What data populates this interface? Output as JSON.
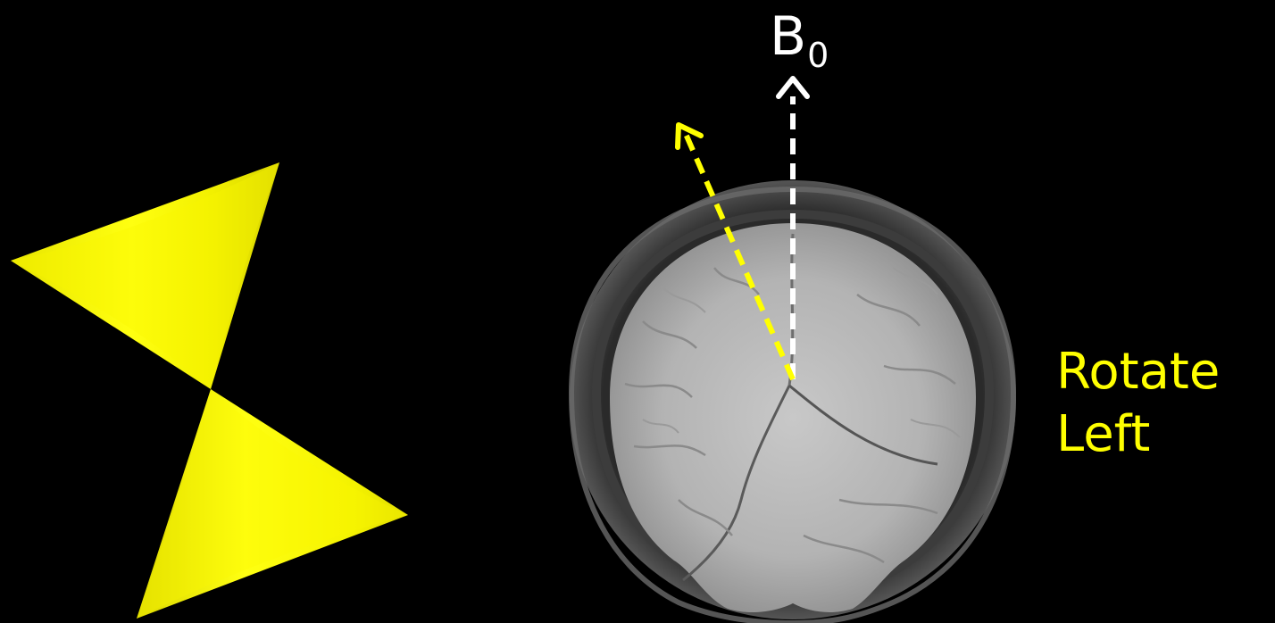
{
  "field_label": {
    "main": "B",
    "subscript": "0"
  },
  "instruction": {
    "line1": "Rotate",
    "line2": "Left"
  },
  "colors": {
    "background": "#000000",
    "cone": "#ffff00",
    "field_arrow": "#ffffff",
    "rotated_arrow": "#ffff00",
    "instruction_text": "#ffff00"
  },
  "icons": {
    "cone": "double-cone-shape",
    "scan": "coronal-brain-mri"
  }
}
